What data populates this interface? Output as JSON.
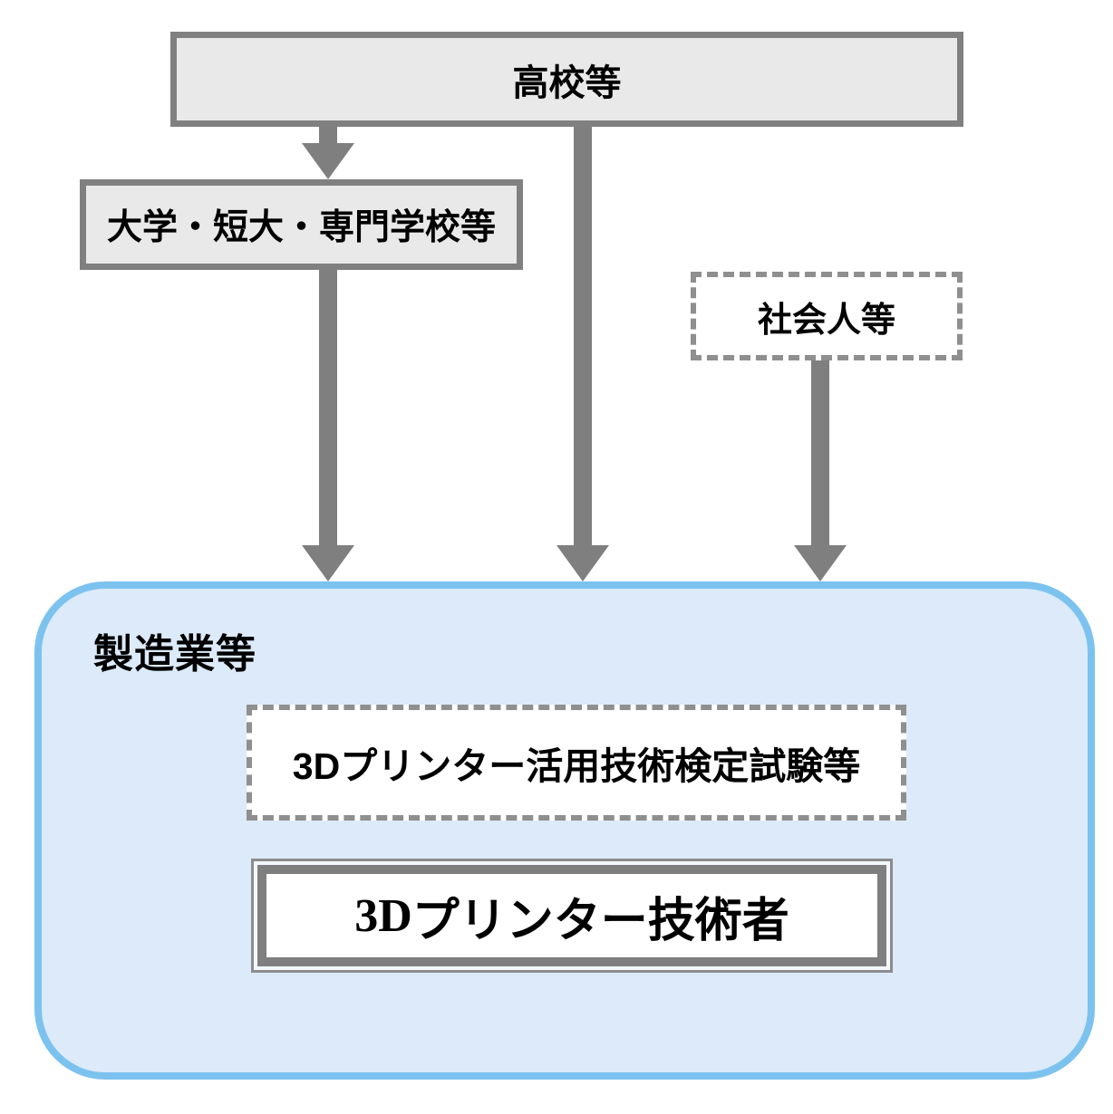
{
  "nodes": {
    "high_school": {
      "label": "高校等"
    },
    "university": {
      "label": "大学・短大・専門学校等"
    },
    "working_adults": {
      "label": "社会人等"
    },
    "manufacturing": {
      "label": "製造業等"
    },
    "certification": {
      "label": "3Dプリンター活用技術検定試験等"
    },
    "technician": {
      "label_prefix": "3D",
      "label_main": "プリンター技術者"
    }
  },
  "edges": [
    {
      "from": "high_school",
      "to": "university"
    },
    {
      "from": "university",
      "to": "manufacturing"
    },
    {
      "from": "high_school",
      "to": "manufacturing"
    },
    {
      "from": "working_adults",
      "to": "manufacturing"
    }
  ],
  "colors": {
    "box_border_gray": "#808080",
    "box_fill_gray": "#e9e9e9",
    "dotted_border_gray": "#8f8f8f",
    "arrow_gray": "#7f7f7f",
    "container_border_blue": "#7cc2ef",
    "container_fill_blue": "#dceafa",
    "text": "#000000",
    "background": "#ffffff"
  }
}
